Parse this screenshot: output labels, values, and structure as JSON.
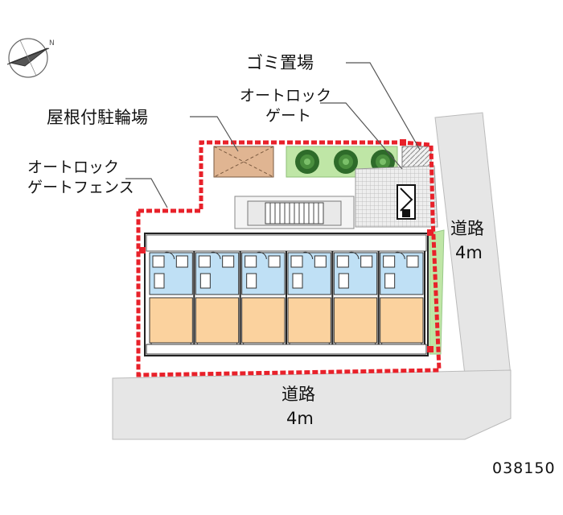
{
  "labels": {
    "garbage": "ゴミ置場",
    "autolock_gate_line1": "オートロック",
    "autolock_gate_line2": "ゲート",
    "bicycle_parking": "屋根付駐輪場",
    "autolock_fence_line1": "オートロック",
    "autolock_fence_line2": "ゲートフェンス",
    "road_east_line1": "道路",
    "road_east_line2": "4m",
    "road_south_line1": "道路",
    "road_south_line2": "4m"
  },
  "property_code": "038150",
  "units_count": 6,
  "icons": [
    "compass-icon"
  ],
  "colors": {
    "road": "#e6e6e6",
    "green_strip": "#bfe6a6",
    "room": "#fbd29e",
    "wet_area": "#bfe0f5",
    "boundary": "#e8212a",
    "tree": "#2e6b2a",
    "hatch": "#9a9a9a"
  }
}
